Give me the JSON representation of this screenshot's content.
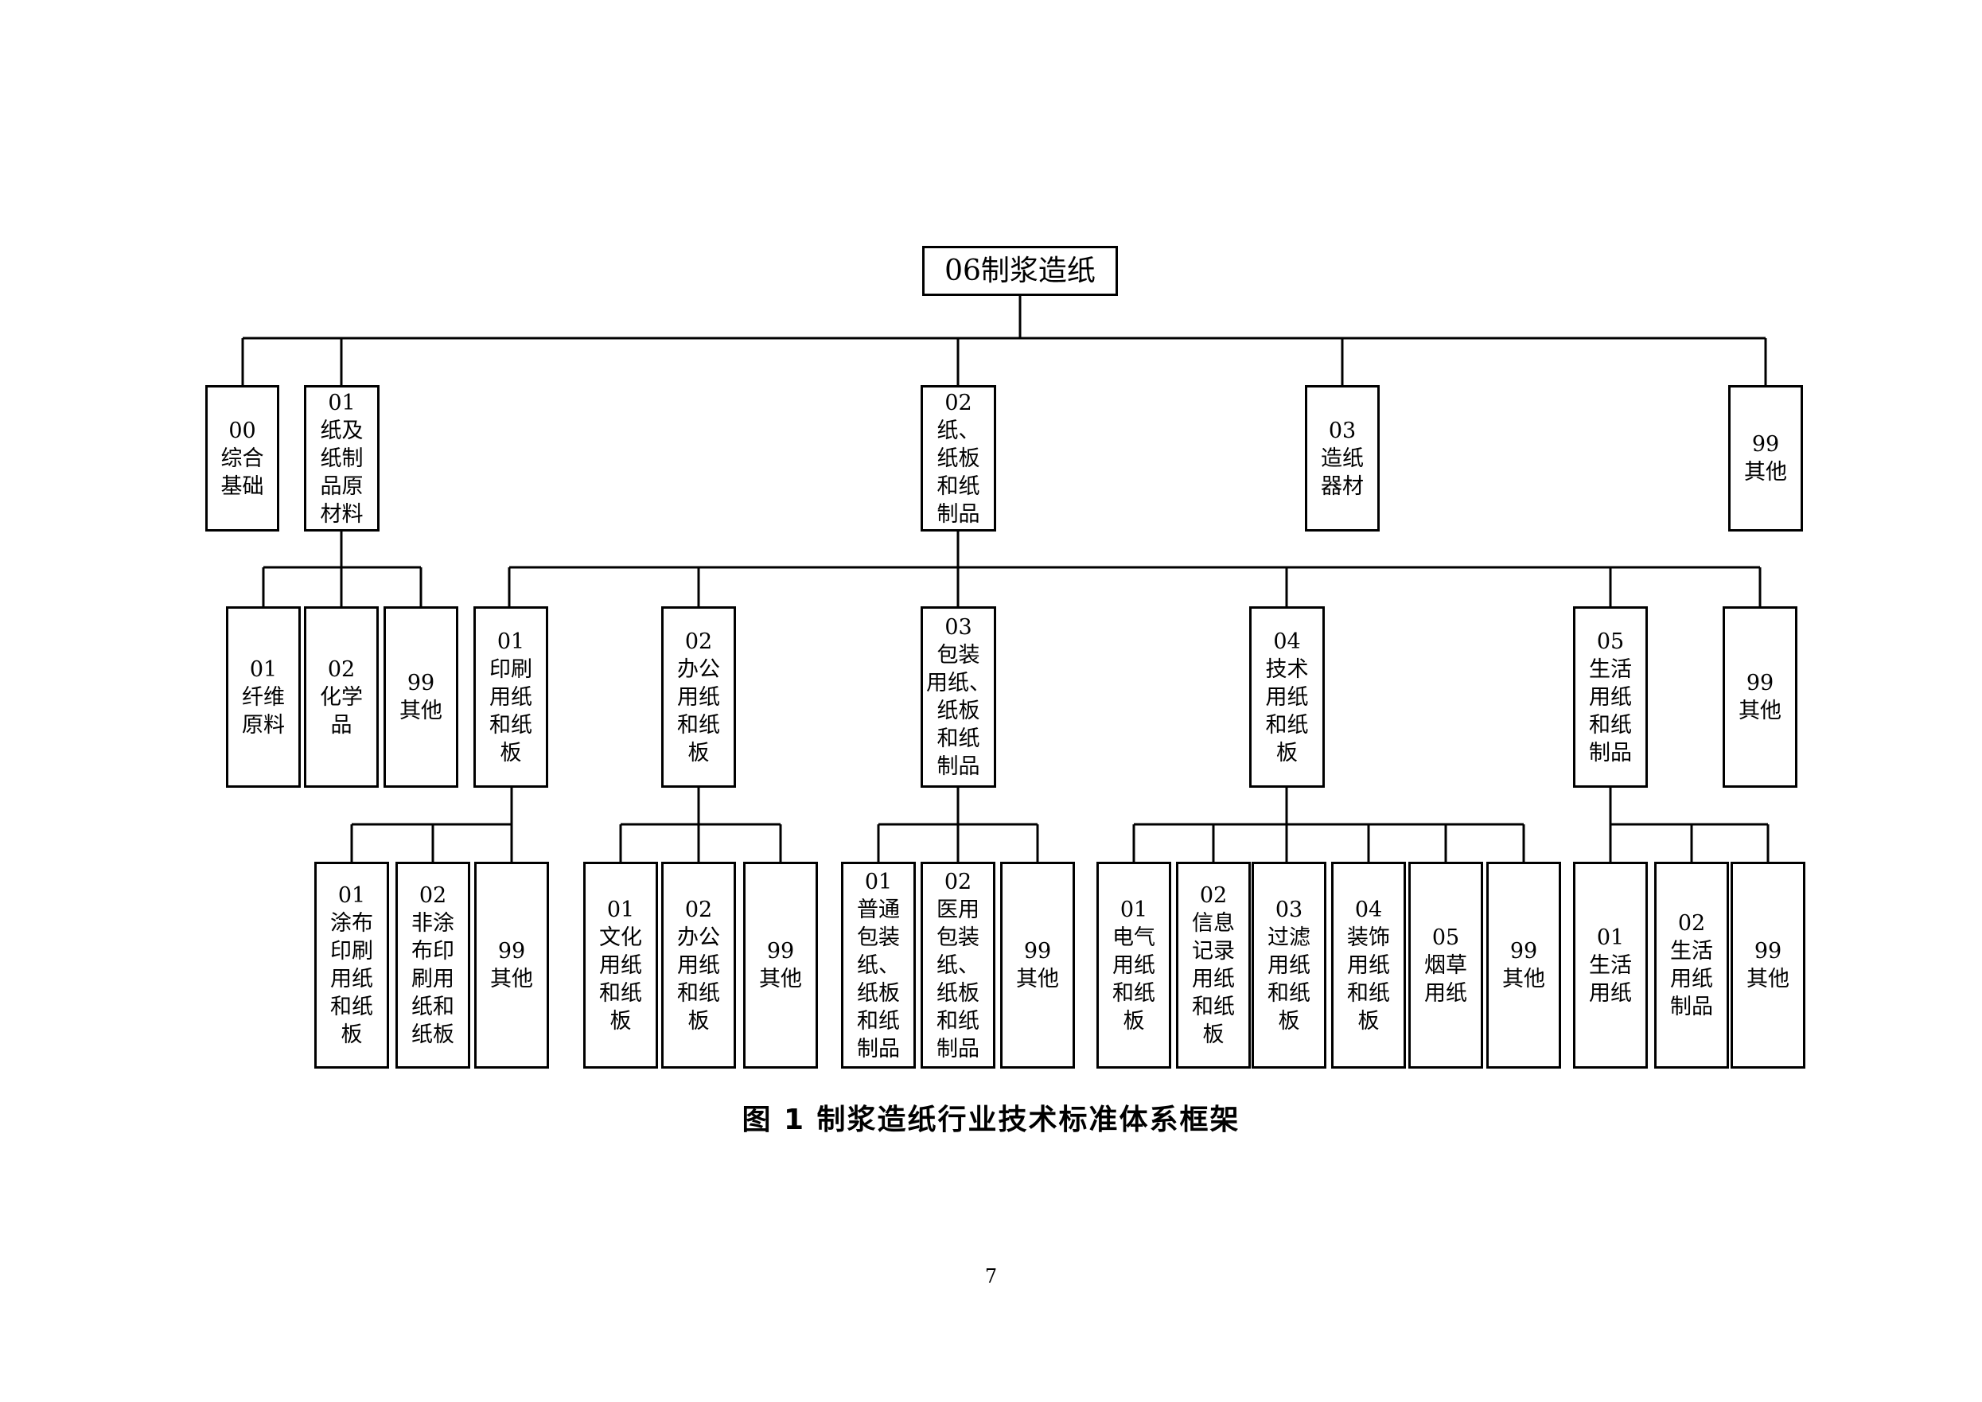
{
  "root": "06制浆造纸",
  "level1": {
    "n00": "00\n综合\n基础",
    "n01": "01\n纸及\n纸制\n品原\n材料",
    "n02": "02\n纸、\n纸板\n和纸\n制品",
    "n03": "03\n造纸\n器材",
    "n99": "99\n其他"
  },
  "materials": {
    "n01": "01\n纤维\n原料",
    "n02": "02\n化学\n品",
    "n99": "99\n其他"
  },
  "products": {
    "n01": "01\n印刷\n用纸\n和纸\n板",
    "n02": "02\n办公\n用纸\n和纸\n板",
    "n03": "03\n包装\n用纸、\n纸板\n和纸\n制品",
    "n04": "04\n技术\n用纸\n和纸\n板",
    "n05": "05\n生活\n用纸\n和纸\n制品",
    "n99": "99\n其他"
  },
  "printing": {
    "n01": "01\n涂布\n印刷\n用纸\n和纸\n板",
    "n02": "02\n非涂\n布印\n刷用\n纸和\n纸板",
    "n99": "99\n其他"
  },
  "office": {
    "n01": "01\n文化\n用纸\n和纸\n板",
    "n02": "02\n办公\n用纸\n和纸\n板",
    "n99": "99\n其他"
  },
  "packaging": {
    "n01": "01\n普通\n包装\n纸、\n纸板\n和纸\n制品",
    "n02": "02\n医用\n包装\n纸、\n纸板\n和纸\n制品",
    "n99": "99\n其他"
  },
  "technical": {
    "n01": "01\n电气\n用纸\n和纸\n板",
    "n02": "02\n信息\n记录\n用纸\n和纸\n板",
    "n03": "03\n过滤\n用纸\n和纸\n板",
    "n04": "04\n装饰\n用纸\n和纸\n板",
    "n05": "05\n烟草\n用纸",
    "n99": "99\n其他"
  },
  "household": {
    "n01": "01\n生活\n用纸",
    "n02": "02\n生活\n用纸\n制品",
    "n99": "99\n其他"
  },
  "caption": "图 1  制浆造纸行业技术标准体系框架",
  "page_number": "7"
}
